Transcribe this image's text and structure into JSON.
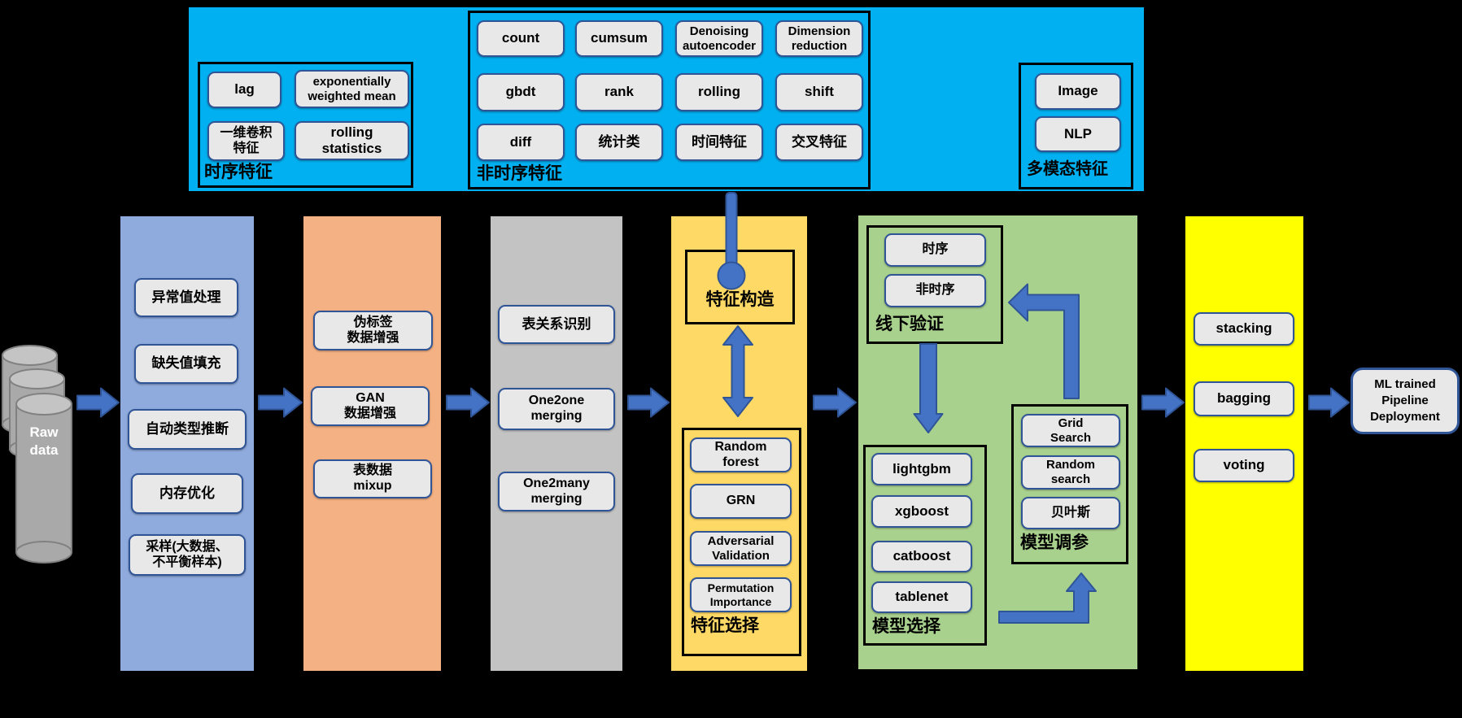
{
  "top_panel": {
    "time_series": {
      "title": "时序特征",
      "items": [
        "lag",
        "exponentially\nweighted mean",
        "一维卷积\n特征",
        "rolling\nstatistics"
      ]
    },
    "non_time_series": {
      "title": "非时序特征",
      "items": [
        "count",
        "cumsum",
        "Denoising\nautoencoder",
        "Dimension\nreduction",
        "gbdt",
        "rank",
        "rolling",
        "shift",
        "diff",
        "统计类",
        "时间特征",
        "交叉特征"
      ]
    },
    "multimodal": {
      "title": "多模态特征",
      "items": [
        "Image",
        "NLP"
      ]
    }
  },
  "source": {
    "label": "Raw\ndata"
  },
  "stages": {
    "preprocess": {
      "items": [
        "异常值处理",
        "缺失值填充",
        "自动类型推断",
        "内存优化",
        "采样(大数据、\n不平衡样本)"
      ]
    },
    "augment": {
      "items": [
        "伪标签\n数据增强",
        "GAN\n数据增强",
        "表数据\nmixup"
      ]
    },
    "merge": {
      "items": [
        "表关系识别",
        "One2one\nmerging",
        "One2many\nmerging"
      ]
    },
    "feature": {
      "construct_title": "特征构造",
      "select_title": "特征选择",
      "select_items": [
        "Random\nforest",
        "GRN",
        "Adversarial\nValidation",
        "Permutation\nImportance"
      ]
    },
    "model": {
      "validation_title": "线下验证",
      "validation_items": [
        "时序",
        "非时序"
      ],
      "selection_title": "模型选择",
      "selection_items": [
        "lightgbm",
        "xgboost",
        "catboost",
        "tablenet"
      ],
      "tuning_title": "模型调参",
      "tuning_items": [
        "Grid\nSearch",
        "Random\nsearch",
        "贝叶斯"
      ]
    },
    "ensemble": {
      "items": [
        "stacking",
        "bagging",
        "voting"
      ]
    }
  },
  "output": {
    "label": "ML trained\nPipeline\nDeployment"
  },
  "colors": {
    "panel": "#00B0F0",
    "preprocess": "#8FAADC",
    "augment": "#F4B183",
    "merge": "#C3C3C3",
    "feature": "#FFD966",
    "model": "#A9D18E",
    "ensemble": "#FFFF00",
    "chip_fill": "#E8E8E8",
    "chip_border": "#2F5597",
    "arrow_fill": "#4472C4",
    "arrow_edge": "#2F5597",
    "bg": "#000000"
  }
}
